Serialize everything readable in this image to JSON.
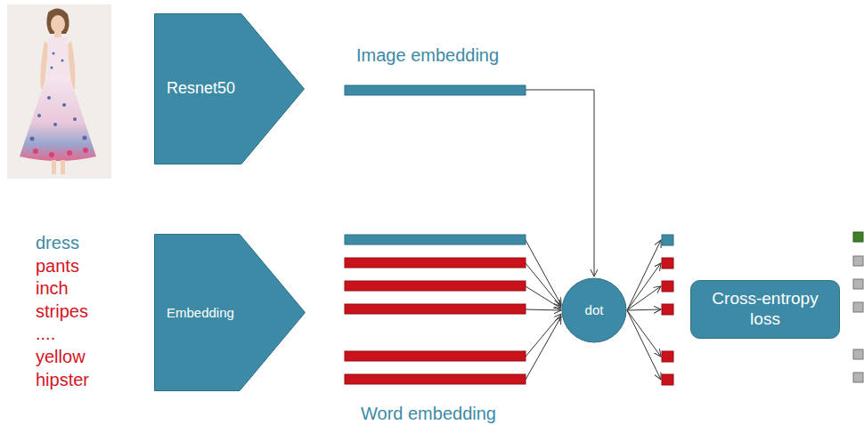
{
  "diagram": {
    "nodes": [
      {
        "text": [
          "Resnet50"
        ]
      },
      {
        "text": [
          "Embedding"
        ]
      },
      {
        "text": [
          "dot"
        ]
      },
      {
        "text": [
          "Cross-entropy loss"
        ]
      }
    ],
    "labels": [
      "Image embedding",
      "dress",
      "pants",
      "inch",
      "stripes",
      "....",
      "yellow",
      "hipster",
      "Word embedding"
    ]
  }
}
